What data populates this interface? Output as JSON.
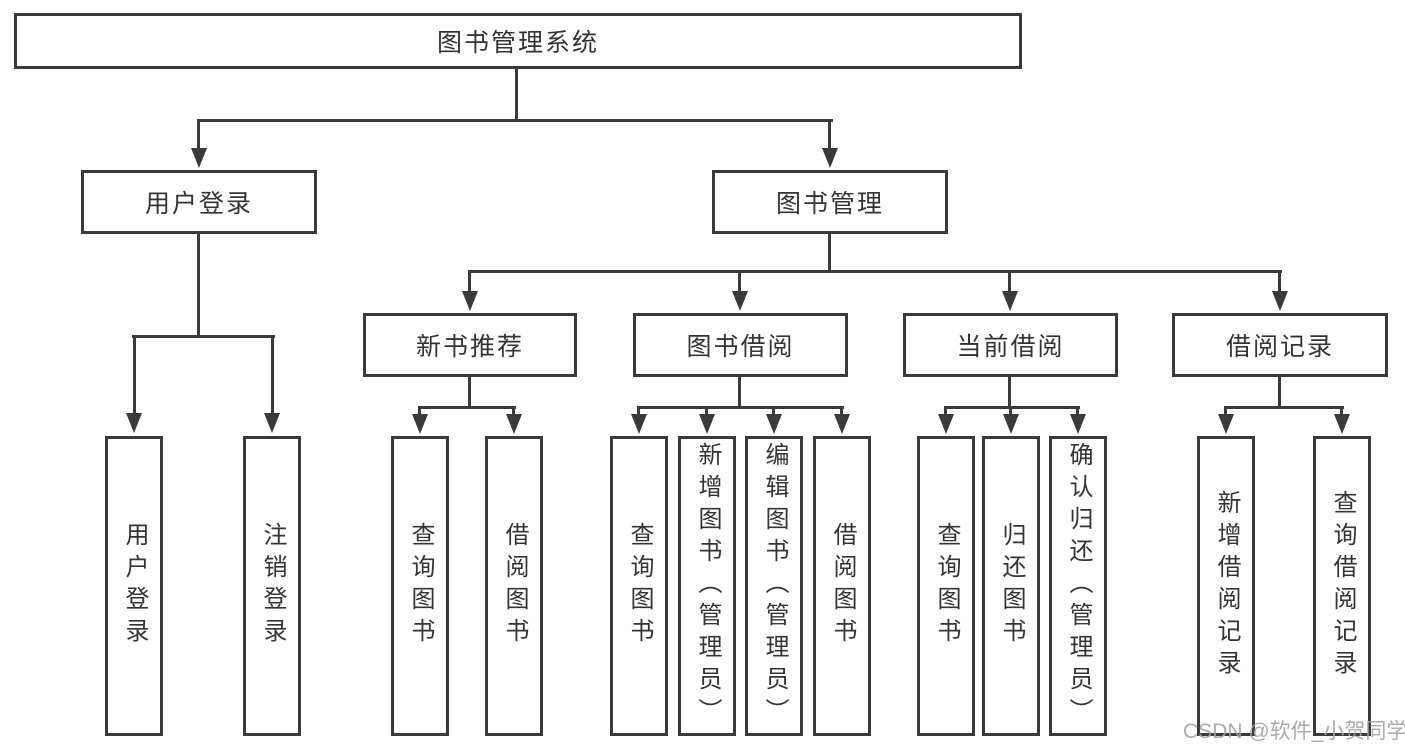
{
  "tree": {
    "label": "图书管理系统",
    "children": [
      {
        "label": "用户登录",
        "children": [
          {
            "label": "用户登录"
          },
          {
            "label": "注销登录"
          }
        ]
      },
      {
        "label": "图书管理",
        "children": [
          {
            "label": "新书推荐",
            "children": [
              {
                "label": "查询图书"
              },
              {
                "label": "借阅图书"
              }
            ]
          },
          {
            "label": "图书借阅",
            "children": [
              {
                "label": "查询图书"
              },
              {
                "label": "新增图书（管理员）"
              },
              {
                "label": "编辑图书（管理员）"
              },
              {
                "label": "借阅图书"
              }
            ]
          },
          {
            "label": "当前借阅",
            "children": [
              {
                "label": "查询图书"
              },
              {
                "label": "归还图书"
              },
              {
                "label": "确认归还（管理员）"
              }
            ]
          },
          {
            "label": "借阅记录",
            "children": [
              {
                "label": "新增借阅记录"
              },
              {
                "label": "查询借阅记录"
              }
            ]
          }
        ]
      }
    ]
  },
  "watermark": {
    "text": "CSDN @软件_小贺同学"
  },
  "colors": {
    "line": "#3a3a3a",
    "text": "#343434",
    "watermark": "#a3a3a3",
    "background": "#ffffff"
  }
}
